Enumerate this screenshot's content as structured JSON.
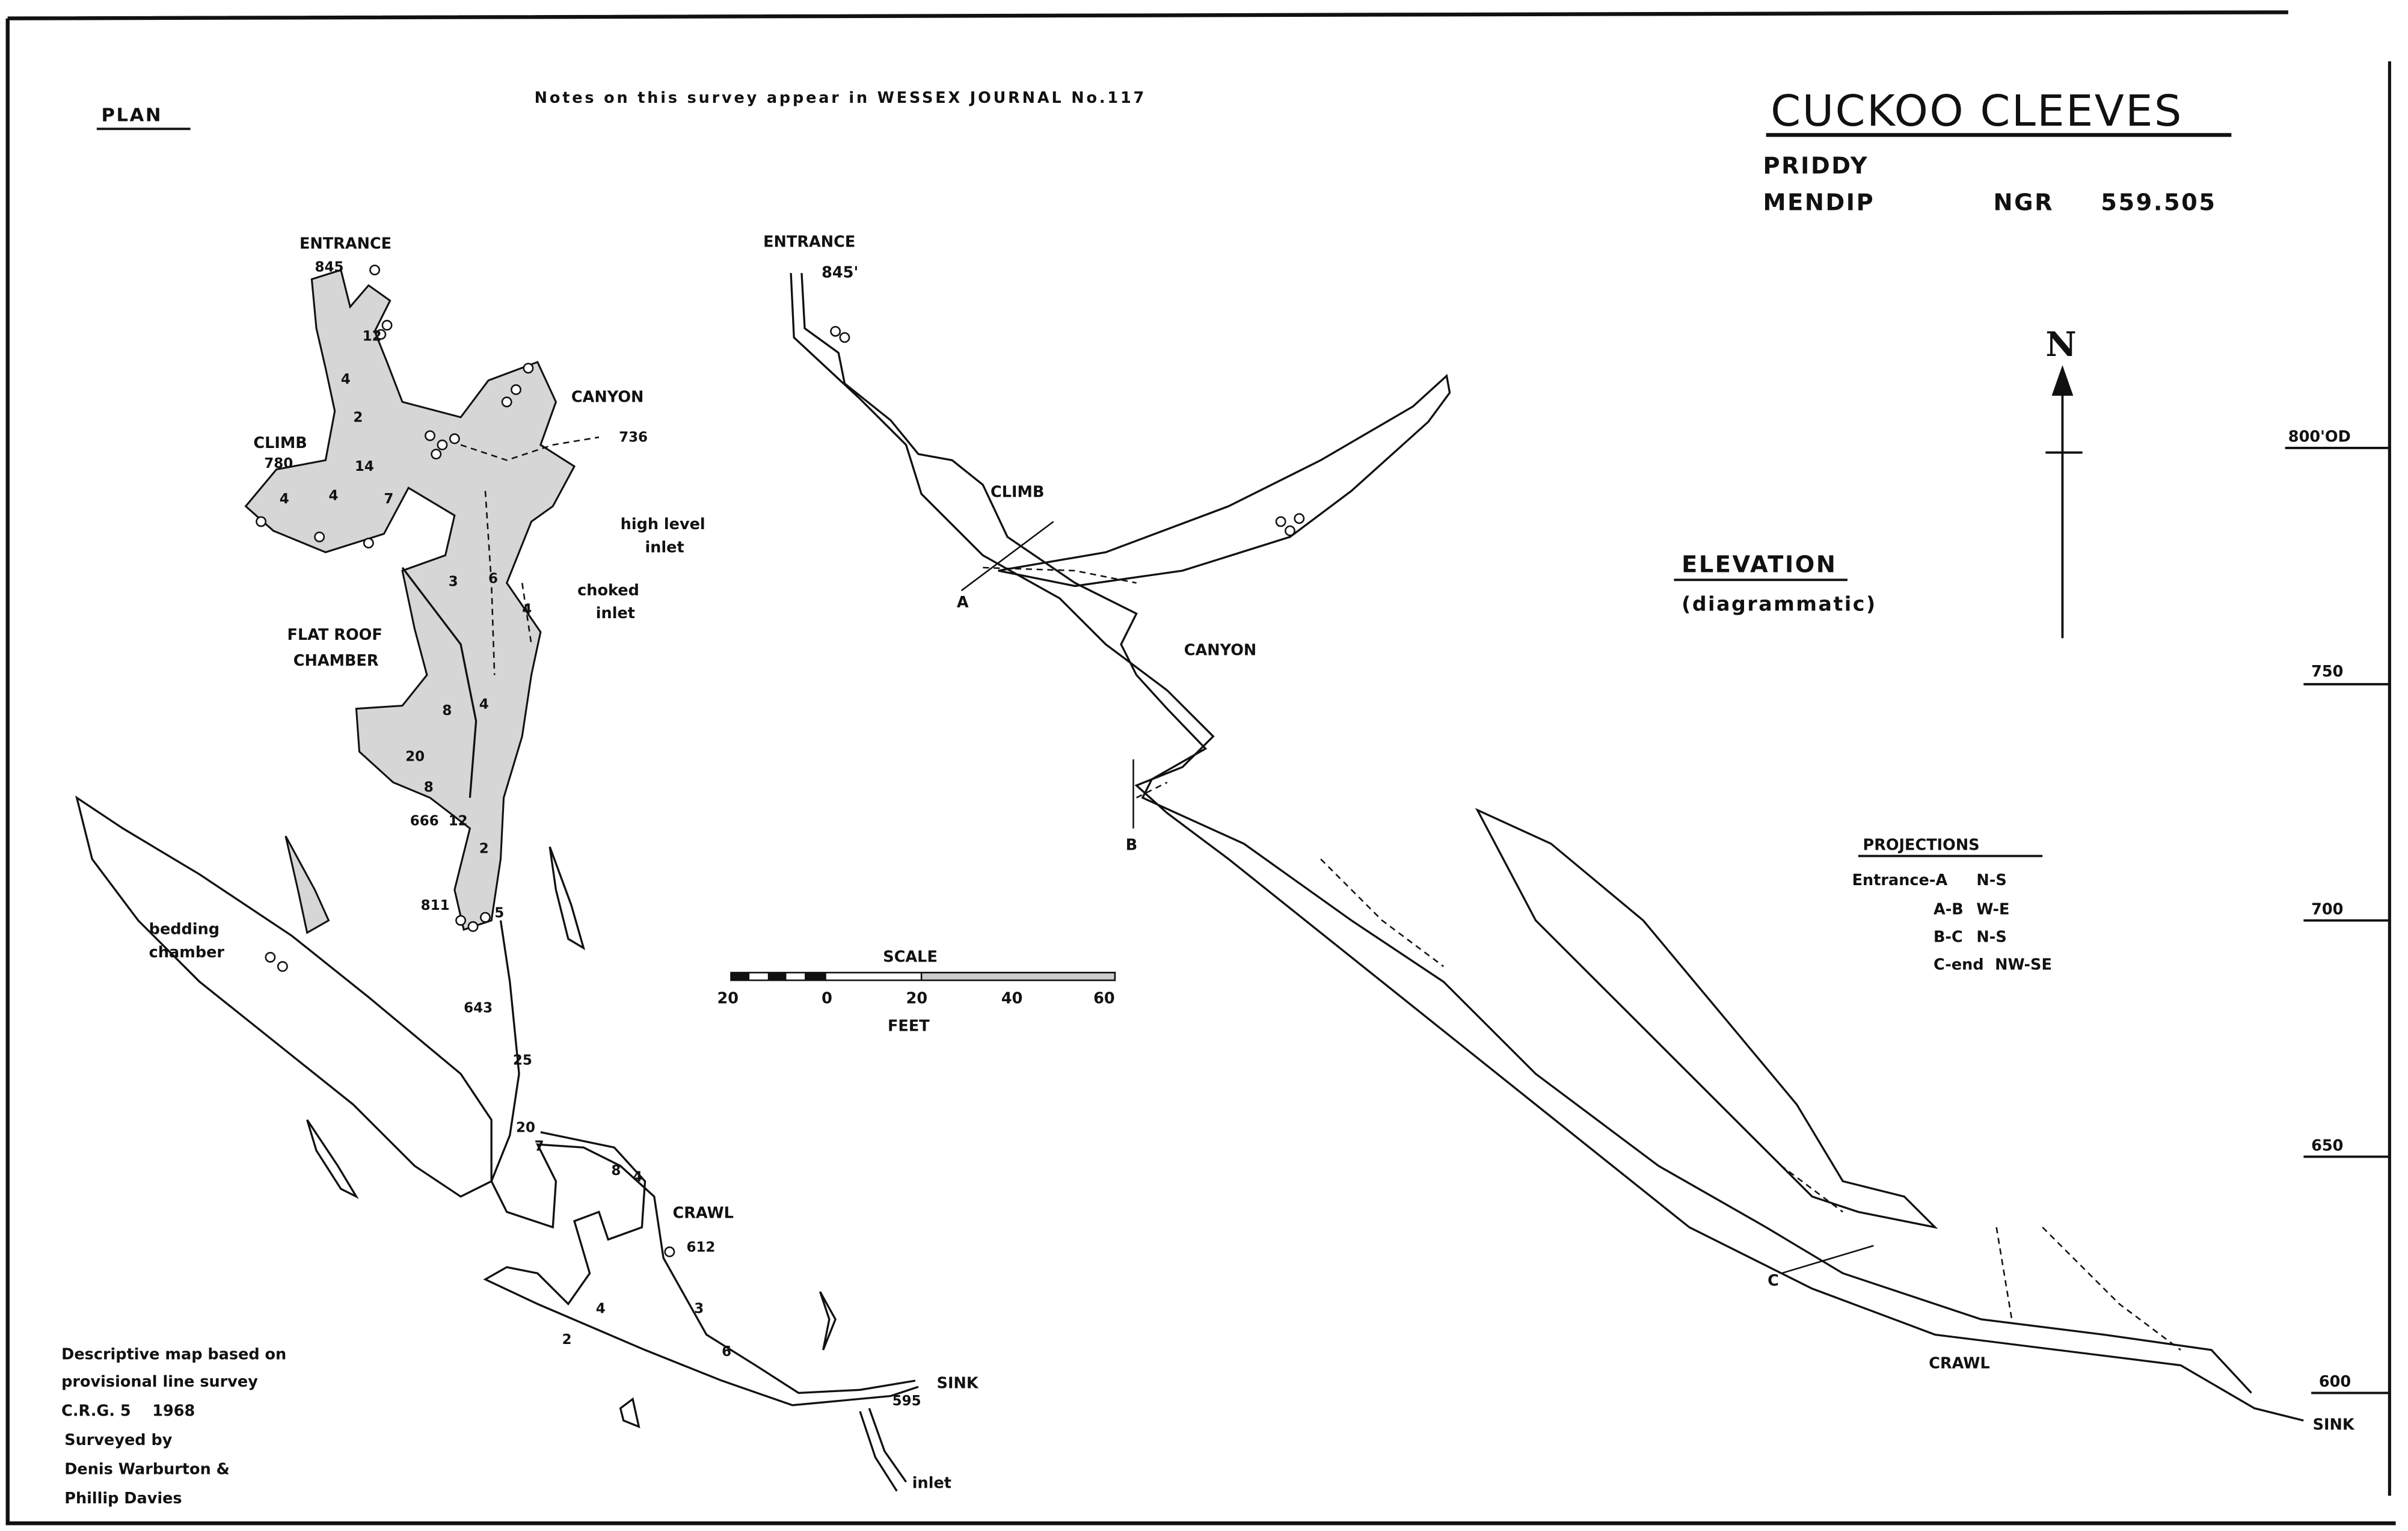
{
  "title": "CUCKOO CLEEVES",
  "location": {
    "parish": "PRIDDY",
    "area": "MENDIP",
    "ngr_label": "NGR",
    "ngr_value": "559.505"
  },
  "notes": "Notes on this survey appear in WESSEX JOURNAL No.117",
  "plan": {
    "heading": "PLAN",
    "labels": {
      "entrance": "ENTRANCE",
      "entrance_alt": "845",
      "climb": "CLIMB",
      "climb_alt": "780",
      "canyon": "CANYON",
      "canyon_alt": "736",
      "high_level_inlet_1": "high level",
      "high_level_inlet_2": "inlet",
      "choked_inlet_1": "choked",
      "choked_inlet_2": "inlet",
      "flat_roof_1": "FLAT ROOF",
      "flat_roof_2": "CHAMBER",
      "bedding_1": "bedding",
      "bedding_2": "chamber",
      "alt_666": "666",
      "alt_811": "811",
      "alt_643": "643",
      "crawl": "CRAWL",
      "crawl_alt": "612",
      "sink": "SINK",
      "sink_alt": "595",
      "inlet": "inlet"
    },
    "slope_values": [
      "4",
      "12",
      "2",
      "14",
      "4",
      "4",
      "7",
      "3",
      "6",
      "4",
      "8",
      "4",
      "20",
      "8",
      "12",
      "2",
      "5",
      "25",
      "20",
      "7",
      "8",
      "4",
      "3",
      "2",
      "4",
      "6"
    ]
  },
  "scale": {
    "title": "SCALE",
    "ticks": [
      "20",
      "0",
      "20",
      "40",
      "60"
    ],
    "unit": "FEET"
  },
  "north": {
    "label": "N"
  },
  "elevation": {
    "heading": "ELEVATION",
    "subheading": "(diagrammatic)",
    "labels": {
      "entrance": "ENTRANCE",
      "entrance_alt": "845'",
      "climb": "CLIMB",
      "a": "A",
      "canyon": "CANYON",
      "b": "B",
      "c": "C",
      "crawl": "CRAWL",
      "sink": "SINK"
    },
    "height_scale": [
      "800'OD",
      "750",
      "700",
      "650",
      "600"
    ]
  },
  "projections": {
    "heading": "PROJECTIONS",
    "rows": [
      {
        "section": "Entrance-A",
        "direction": "N-S"
      },
      {
        "section": "A-B",
        "direction": "W-E"
      },
      {
        "section": "B-C",
        "direction": "N-S"
      },
      {
        "section": "C-end",
        "direction": "NW-SE"
      }
    ]
  },
  "credits": [
    "Descriptive map based on",
    "provisional line survey",
    "C.R.G. 5    1968",
    "Surveyed by",
    "Denis Warburton &",
    "Phillip Davies"
  ]
}
